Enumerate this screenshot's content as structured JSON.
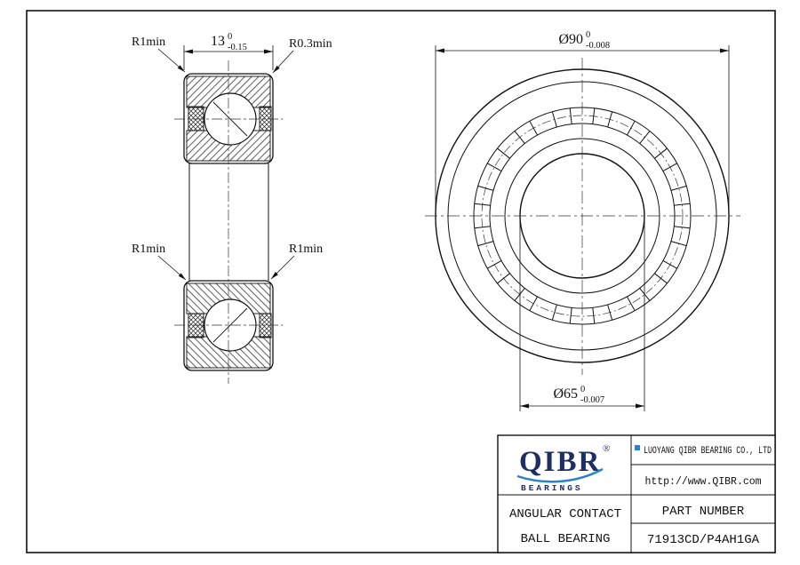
{
  "section_view": {
    "label_r1min_top_left": "R1min",
    "label_r03min": "R0.3min",
    "label_r1min_mid_left": "R1min",
    "label_r1min_mid_right": "R1min",
    "dim_width": {
      "value": "13",
      "tol_upper": "0",
      "tol_lower": "-0.15"
    }
  },
  "front_view": {
    "dim_outer_diameter": {
      "value": "Ø90",
      "tol_upper": "0",
      "tol_lower": "-0.008"
    },
    "dim_bore_diameter": {
      "value": "Ø65",
      "tol_upper": "0",
      "tol_lower": "-0.007"
    }
  },
  "title_block": {
    "logo": {
      "name": "QIBR",
      "registered_mark": "®",
      "subtitle": "BEARINGS"
    },
    "company": "LUOYANG QIBR BEARING CO., LTD",
    "website": "http://www.QIBR.com",
    "product_line1": "ANGULAR CONTACT",
    "product_line2": "BALL BEARING",
    "part_number_label": "PART NUMBER",
    "part_number": "71913CD/P4AH1GA"
  },
  "colors": {
    "line": "#111111",
    "logo_navy": "#1e2f63",
    "logo_blue": "#2a83c8"
  }
}
